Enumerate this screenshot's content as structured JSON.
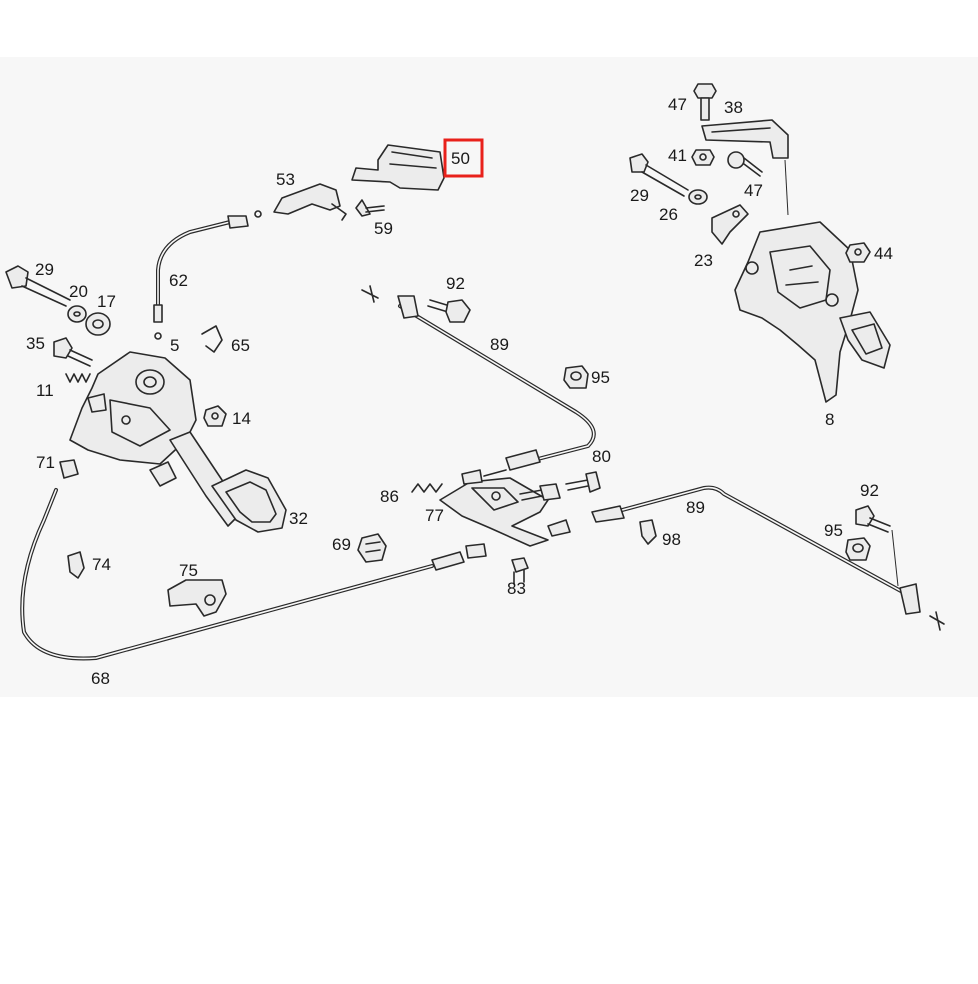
{
  "diagram": {
    "highlight_color": "#e8211b",
    "highlighted_part": "50",
    "labels": {
      "l47a": "47",
      "l38": "38",
      "l41": "41",
      "l50": "50",
      "l53": "53",
      "l59": "59",
      "l29a": "29",
      "l47b": "47",
      "l26": "26",
      "l23": "23",
      "l44": "44",
      "l29b": "29",
      "l20": "20",
      "l17": "17",
      "l62": "62",
      "l92a": "92",
      "l35": "35",
      "l5": "5",
      "l65": "65",
      "l89a": "89",
      "l95a": "95",
      "l11": "11",
      "l14": "14",
      "l8": "8",
      "l71": "71",
      "l80": "80",
      "l86": "86",
      "l77": "77",
      "l92b": "92",
      "l32": "32",
      "l89b": "89",
      "l69": "69",
      "l95b": "95",
      "l98": "98",
      "l74": "74",
      "l75": "75",
      "l83": "83",
      "l68": "68"
    }
  }
}
